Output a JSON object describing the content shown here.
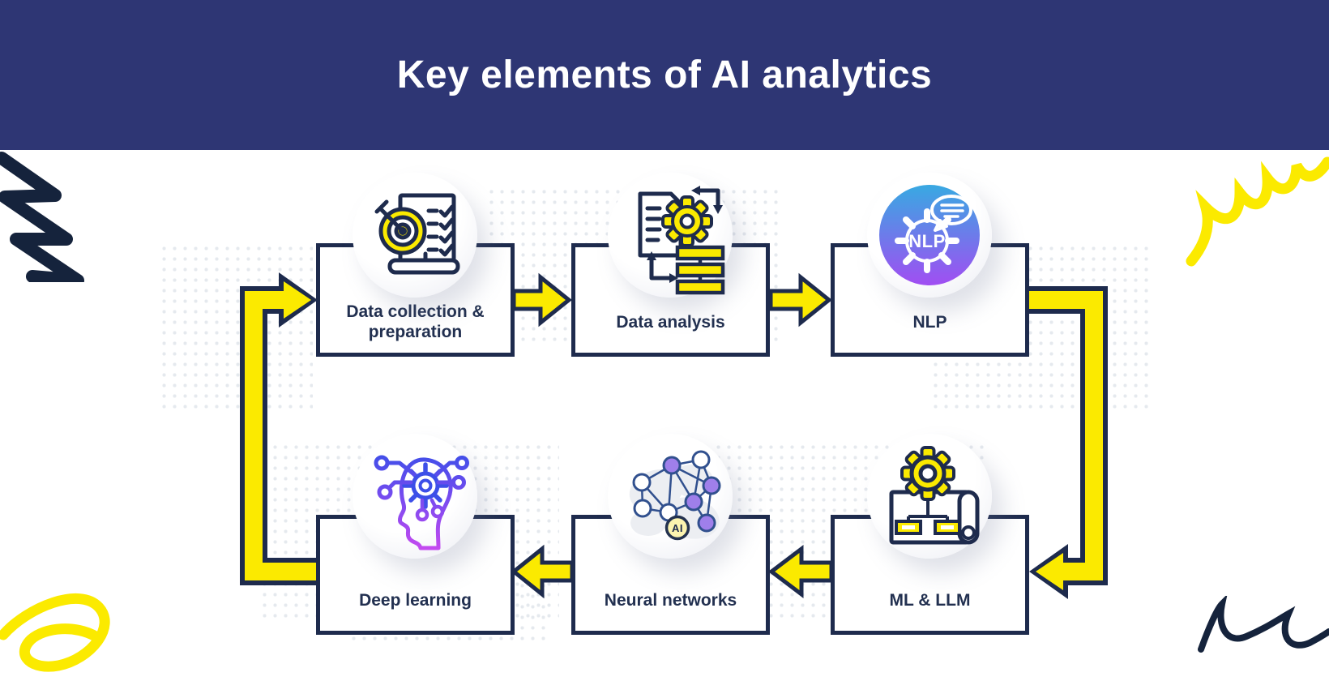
{
  "header": {
    "title": "Key elements of AI analytics",
    "bg_color": "#2E3674",
    "text_color": "#FFFFFF"
  },
  "colors": {
    "navy_border": "#1E2B4D",
    "navy_scribble": "#15233C",
    "arrow_yellow": "#FBEA00",
    "label_text": "#223050",
    "nlp_gradient_top": "#38A9E2",
    "nlp_gradient_bottom": "#A14EF2",
    "deep_learning_gradient_top": "#3D4FE8",
    "deep_learning_gradient_bottom": "#C44AF0",
    "network_node_purple": "#9F7FEA",
    "ai_badge_fill": "#FCF4AF"
  },
  "nodes": [
    {
      "id": "data-collection",
      "label": "Data collection & preparation",
      "icon": "target-checklist-icon"
    },
    {
      "id": "data-analysis",
      "label": "Data analysis",
      "icon": "document-gear-flow-icon"
    },
    {
      "id": "nlp",
      "label": "NLP",
      "icon": "nlp-gear-speech-bubble-icon",
      "icon_text": "NLP"
    },
    {
      "id": "ml-llm",
      "label": "ML & LLM",
      "icon": "gear-blueprint-icon"
    },
    {
      "id": "neural-networks",
      "label": "Neural networks",
      "icon": "neural-network-graph-icon",
      "icon_text": "AI"
    },
    {
      "id": "deep-learning",
      "label": "Deep learning",
      "icon": "head-gear-circuit-icon"
    }
  ],
  "flow": {
    "sequence": [
      "data-collection",
      "data-analysis",
      "nlp",
      "ml-llm",
      "neural-networks",
      "deep-learning"
    ],
    "loop": true,
    "direction": "clockwise"
  }
}
